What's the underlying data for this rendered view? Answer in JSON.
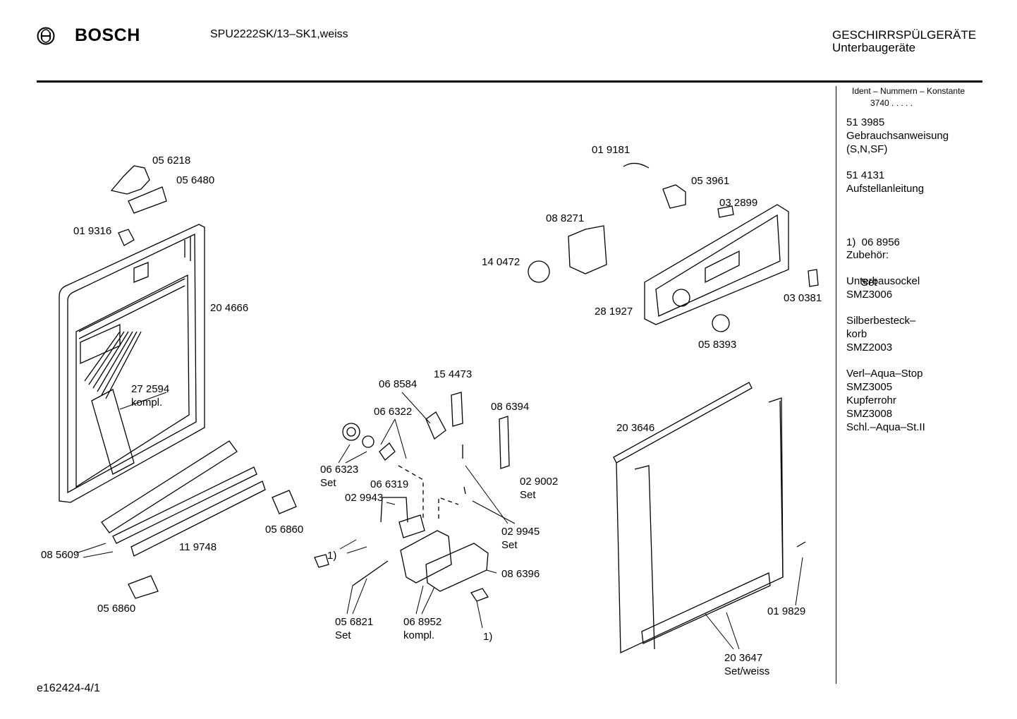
{
  "header": {
    "brand": "BOSCH",
    "model": "SPU2222SK/13–SK1,weiss",
    "category_line1": "GESCHIRRSPÜLGERÄTE",
    "category_line2": "Unterbaugeräte"
  },
  "sidebar": {
    "ident_header": "Ident – Nummern – Konstante",
    "konstante": "3740  .  .  .  .  .",
    "blocks": [
      {
        "lines": [
          "51 3985",
          "Gebrauchsanweisung",
          "(S,N,SF)"
        ]
      },
      {
        "lines": [
          "51 4131",
          "Aufstellanleitung"
        ]
      },
      {
        "lines": [
          "1)  06 8956",
          "     Set"
        ]
      },
      {
        "lines": [
          "Zubehör:"
        ]
      },
      {
        "lines": [
          "Unterbausockel",
          "SMZ3006"
        ]
      },
      {
        "lines": [
          "Silberbesteck–",
          "korb",
          "SMZ2003"
        ]
      },
      {
        "lines": [
          "Verl–Aqua–Stop",
          "SMZ3005",
          "Kupferrohr",
          "SMZ3008",
          "Schl.–Aqua–St.II"
        ]
      }
    ]
  },
  "parts": [
    {
      "id": "p056218",
      "lines": [
        "05 6218"
      ]
    },
    {
      "id": "p056480",
      "lines": [
        "05 6480"
      ]
    },
    {
      "id": "p019316",
      "lines": [
        "01 9316"
      ]
    },
    {
      "id": "p204666",
      "lines": [
        "20 4666"
      ]
    },
    {
      "id": "p272594",
      "lines": [
        "27 2594",
        "kompl."
      ]
    },
    {
      "id": "p085609",
      "lines": [
        "08 5609"
      ]
    },
    {
      "id": "p119748",
      "lines": [
        "11 9748"
      ]
    },
    {
      "id": "p056860a",
      "lines": [
        "05 6860"
      ]
    },
    {
      "id": "p056860b",
      "lines": [
        "05 6860"
      ]
    },
    {
      "id": "p068584",
      "lines": [
        "06 8584"
      ]
    },
    {
      "id": "p154473",
      "lines": [
        "15 4473"
      ]
    },
    {
      "id": "p066322",
      "lines": [
        "06 6322"
      ]
    },
    {
      "id": "p086394",
      "lines": [
        "08 6394"
      ]
    },
    {
      "id": "p066323",
      "lines": [
        "06 6323",
        "Set"
      ]
    },
    {
      "id": "p066319",
      "lines": [
        "06 6319"
      ]
    },
    {
      "id": "p029943",
      "lines": [
        "02 9943"
      ]
    },
    {
      "id": "p029002",
      "lines": [
        "02 9002",
        "Set"
      ]
    },
    {
      "id": "p029945",
      "lines": [
        "02 9945",
        "Set"
      ]
    },
    {
      "id": "p1a",
      "lines": [
        "1)"
      ]
    },
    {
      "id": "p086396",
      "lines": [
        "08 6396"
      ]
    },
    {
      "id": "p056821",
      "lines": [
        "05 6821",
        "Set"
      ]
    },
    {
      "id": "p068952",
      "lines": [
        "06 8952",
        "kompl."
      ]
    },
    {
      "id": "p1b",
      "lines": [
        "1)"
      ]
    },
    {
      "id": "p019181",
      "lines": [
        "01 9181"
      ]
    },
    {
      "id": "p053961",
      "lines": [
        "05 3961"
      ]
    },
    {
      "id": "p032899",
      "lines": [
        "03 2899"
      ]
    },
    {
      "id": "p088271",
      "lines": [
        "08 8271"
      ]
    },
    {
      "id": "p140472",
      "lines": [
        "14 0472"
      ]
    },
    {
      "id": "p030381",
      "lines": [
        "03 0381"
      ]
    },
    {
      "id": "p281927",
      "lines": [
        "28 1927"
      ]
    },
    {
      "id": "p058393",
      "lines": [
        "05 8393"
      ]
    },
    {
      "id": "p203646",
      "lines": [
        "20 3646"
      ]
    },
    {
      "id": "p019829",
      "lines": [
        "01 9829"
      ]
    },
    {
      "id": "p203647",
      "lines": [
        "20 3647",
        "Set/weiss"
      ]
    }
  ],
  "footer": {
    "drawing_number": "e162424-4/1"
  }
}
